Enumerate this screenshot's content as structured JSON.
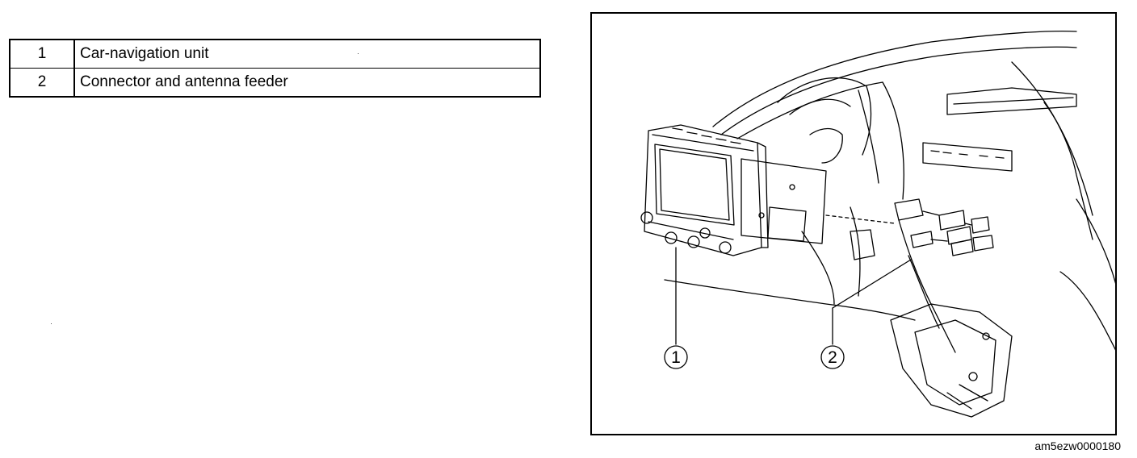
{
  "legend": [
    {
      "number": "1",
      "description": "Car-navigation unit"
    },
    {
      "number": "2",
      "description": "Connector and antenna feeder"
    }
  ],
  "figure": {
    "callouts": [
      "1",
      "2"
    ],
    "code": "am5ezw0000180"
  }
}
